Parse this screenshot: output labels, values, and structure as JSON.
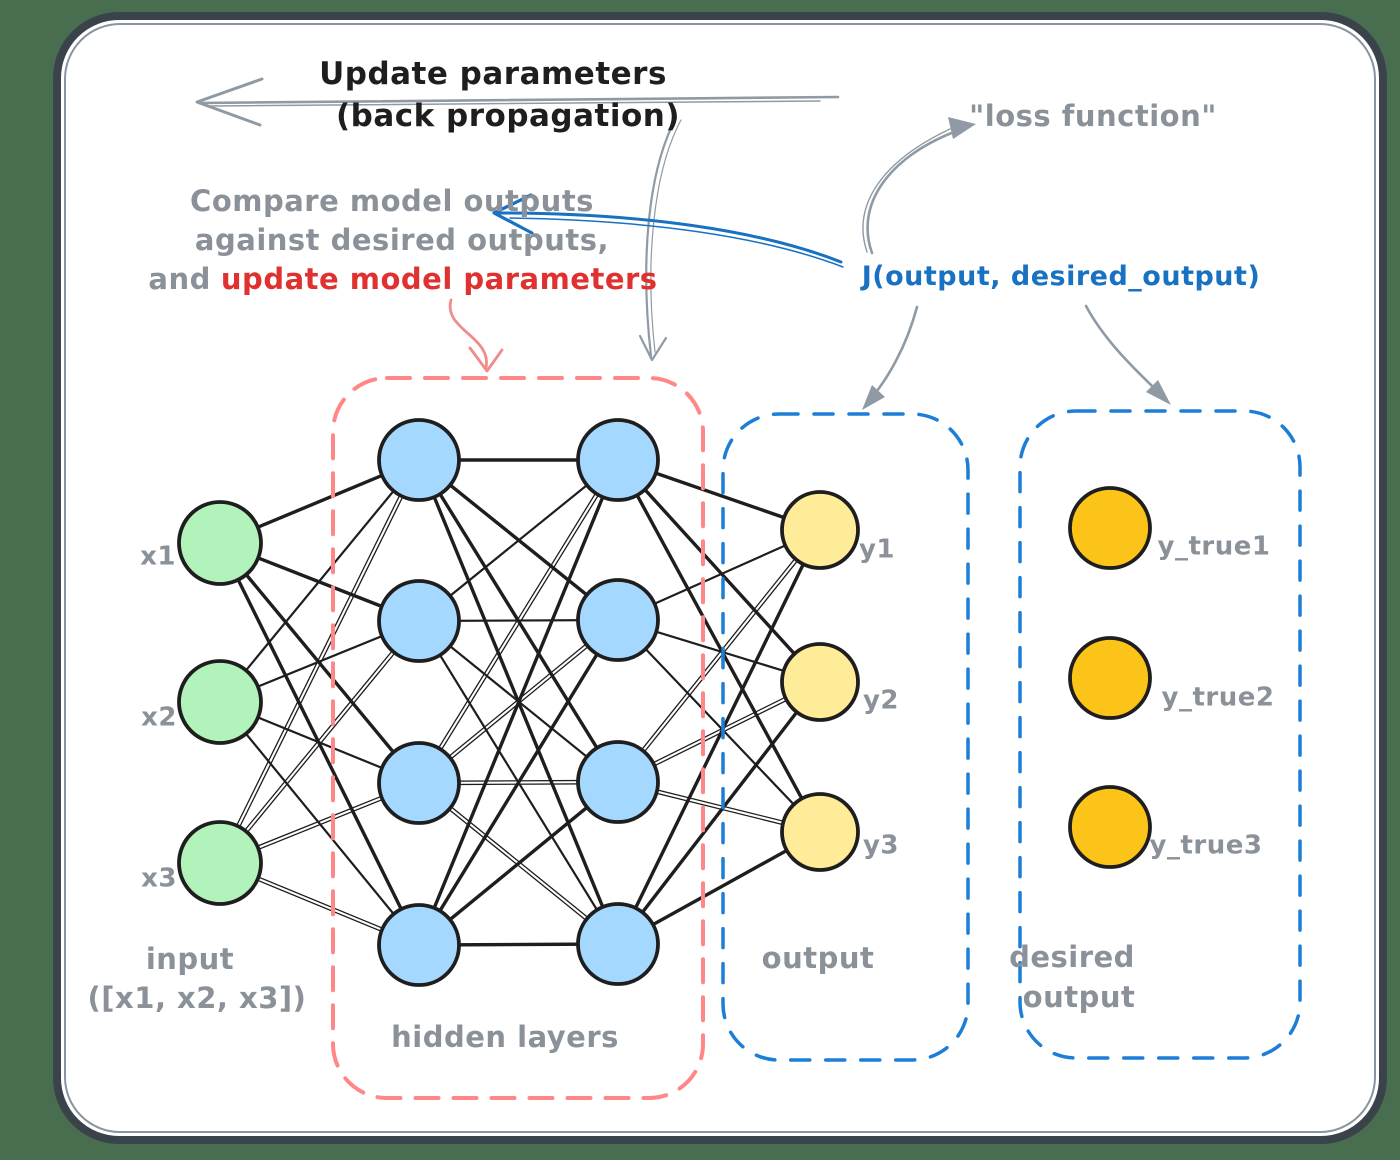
{
  "colors": {
    "backdrop": "#486e4f",
    "frame": "#3a424a",
    "frame_echo": "#8a94a0",
    "ink": "#1e1e1e",
    "gray_text": "#8a9199",
    "arrow_gray": "#909aa4",
    "red_accent": "#e03131",
    "pink_arrow": "#f08c8c",
    "red_box": "#ff8787",
    "blue_accent": "#1971c2",
    "blue_box": "#1c7ed6",
    "node_green": "#b2f2bb",
    "node_blue": "#a5d8ff",
    "node_yellow": "#ffec99",
    "node_orange": "#fcc419"
  },
  "annotations": {
    "top_arrow_line1": "Update parameters",
    "top_arrow_line2": "(back propagation)",
    "compare_line1": "Compare model outputs",
    "compare_line2": "against desired outputs,",
    "compare_line3_gray": "and",
    "compare_line3_red": "update model parameters",
    "loss_function": "\"loss function\"",
    "loss_expression": "J(output, desired_output)"
  },
  "network": {
    "input": {
      "labels": [
        "x1",
        "x2",
        "x3"
      ],
      "caption_line1": "input",
      "caption_line2": "([x1, x2, x3])"
    },
    "hidden": {
      "caption": "hidden layers",
      "columns": 2,
      "nodes_per_column": 4
    },
    "output": {
      "labels": [
        "y1",
        "y2",
        "y3"
      ],
      "caption": "output"
    },
    "desired": {
      "labels": [
        "y_true1",
        "y_true2",
        "y_true3"
      ],
      "caption_line1": "desired",
      "caption_line2": "output"
    }
  }
}
